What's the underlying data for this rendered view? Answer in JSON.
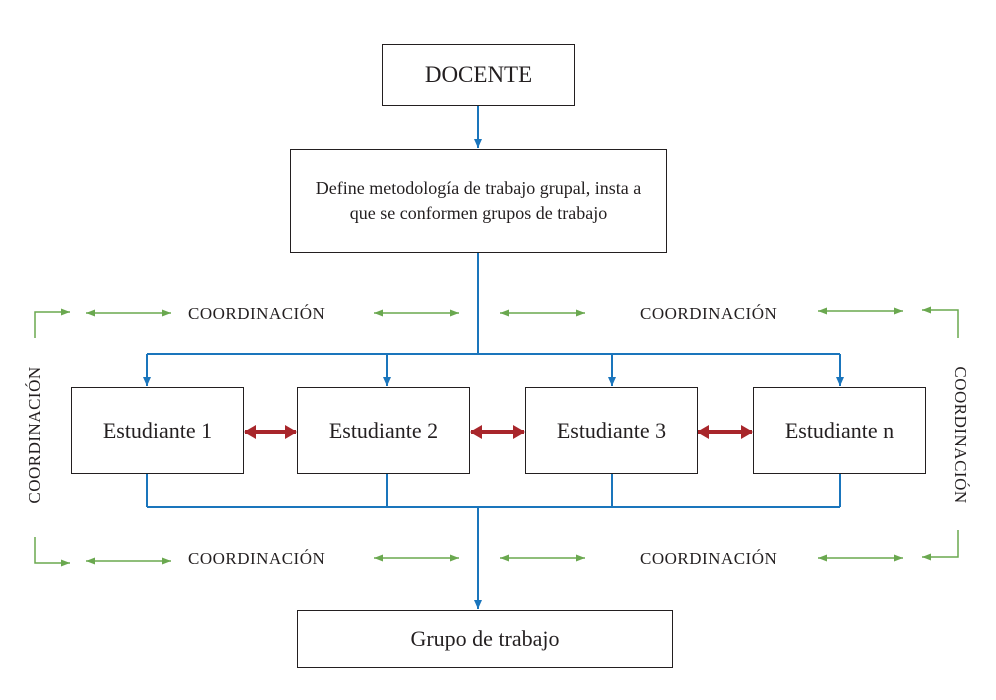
{
  "diagram": {
    "docente": "DOCENTE",
    "define": "Define metodología de trabajo grupal, insta a que se conformen grupos de trabajo",
    "students": [
      "Estudiante 1",
      "Estudiante 2",
      "Estudiante 3",
      "Estudiante n"
    ],
    "grupo": "Grupo de trabajo",
    "coordination_label": "COORDINACIÓN"
  },
  "colors": {
    "flow_arrows": "#1a75bc",
    "coordination_arrows": "#6aa84f",
    "peer_arrows": "#a8262b",
    "box_border": "#231f20"
  }
}
